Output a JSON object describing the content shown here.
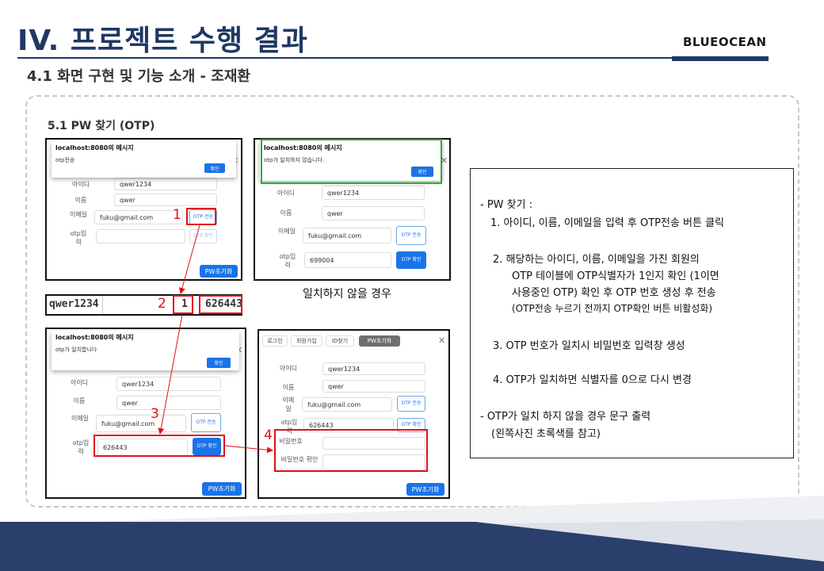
{
  "header": {
    "title": "IV. 프로젝트 수행 결과",
    "brand": "BLUEOCEAN",
    "subtitle": "4.1 화면 구현 및 기능 소개 - 조재환"
  },
  "section_title": "5.1 PW 찾기 (OTP)",
  "panel1": {
    "dialog_title": "localhost:8080의 메시지",
    "dialog_message": "otp전송",
    "dialog_button": "확인",
    "id_label": "아이디",
    "id_value": "qwer1234",
    "name_label": "이름",
    "name_value": "qwer",
    "email_label": "이메일",
    "email_value": "fuku@gmail.com",
    "otp_send_button": "OTP 전송",
    "otp_label": "otp입력",
    "otp_confirm_button": "OTP 확인",
    "pw_reset_button": "PW초기화",
    "marker": "1"
  },
  "panel2": {
    "dialog_title": "localhost:8080의 메시지",
    "dialog_message": "otp가 일치하지 않습니다.",
    "dialog_button": "확인",
    "id_label": "아이디",
    "id_value": "qwer1234",
    "name_label": "이름",
    "name_value": "qwer",
    "email_label": "이메일",
    "email_value": "fuku@gmail.com",
    "otp_send_button": "OTP 전송",
    "otp_label": "otp입력",
    "otp_value": "699004",
    "otp_confirm_button": "OTP 확인"
  },
  "caption_mismatch": "일치하지 않을 경우",
  "db_row": {
    "id": "qwer1234",
    "flag": "1",
    "otp": "626443",
    "marker": "2"
  },
  "panel3": {
    "dialog_title": "localhost:8080의 메시지",
    "dialog_message": "otp가 일치합니다",
    "dialog_button": "확인",
    "id_label": "아이디",
    "id_value": "qwer1234",
    "name_label": "이름",
    "name_value": "qwer",
    "email_label": "이메일",
    "email_value": "fuku@gmail.com",
    "otp_send_button": "OTP 전송",
    "otp_label": "otp입력",
    "otp_value": "626443",
    "otp_confirm_button": "OTP 확인",
    "pw_reset_button": "PW초기화",
    "marker": "3"
  },
  "panel4": {
    "tabs": [
      "로그인",
      "회원가입",
      "ID찾기",
      "PW초기화"
    ],
    "id_label": "아이디",
    "id_value": "qwer1234",
    "name_label": "이름",
    "name_value": "qwer",
    "email_label": "이메일",
    "email_value": "fuku@gmail.com",
    "otp_send_button": "OTP 전송",
    "otp_label": "otp입력",
    "otp_value": "626443",
    "otp_confirm_button": "OTP 확인",
    "pw_label": "비밀번호",
    "pw_confirm_label": "비밀번호 확인",
    "pw_reset_button": "PW초기화",
    "marker": "4"
  },
  "description": {
    "l1": "-  PW 찾기 :",
    "l2": "1. 아이디, 이름, 이메일을 입력 후 OTP전송 버튼 클릭",
    "l3": "2. 해당하는 아이디, 이름, 이메일을 가진 회원의",
    "l4": "OTP 테이블에 OTP식별자가 1인지 확인 (1이면",
    "l5": "사용중인 OTP) 확인 후 OTP 번호 생성 후 전송",
    "l6": "(OTP전송 누르기 전까지 OTP확인 버튼 비활성화)",
    "l7": "3.  OTP 번호가 일치시 비밀번호 입력창 생성",
    "l8": "4. OTP가 일치하면 식별자를 0으로 다시 변경",
    "l9": "-  OTP가 일치 하지 않을 경우 문구 출력",
    "l10": "(왼쪽사진 초록색를  참고)"
  },
  "colors": {
    "navy": "#1f3864",
    "accent_blue": "#1a73e8",
    "highlight_red": "#e0101a",
    "highlight_green": "#2eaa3f"
  }
}
